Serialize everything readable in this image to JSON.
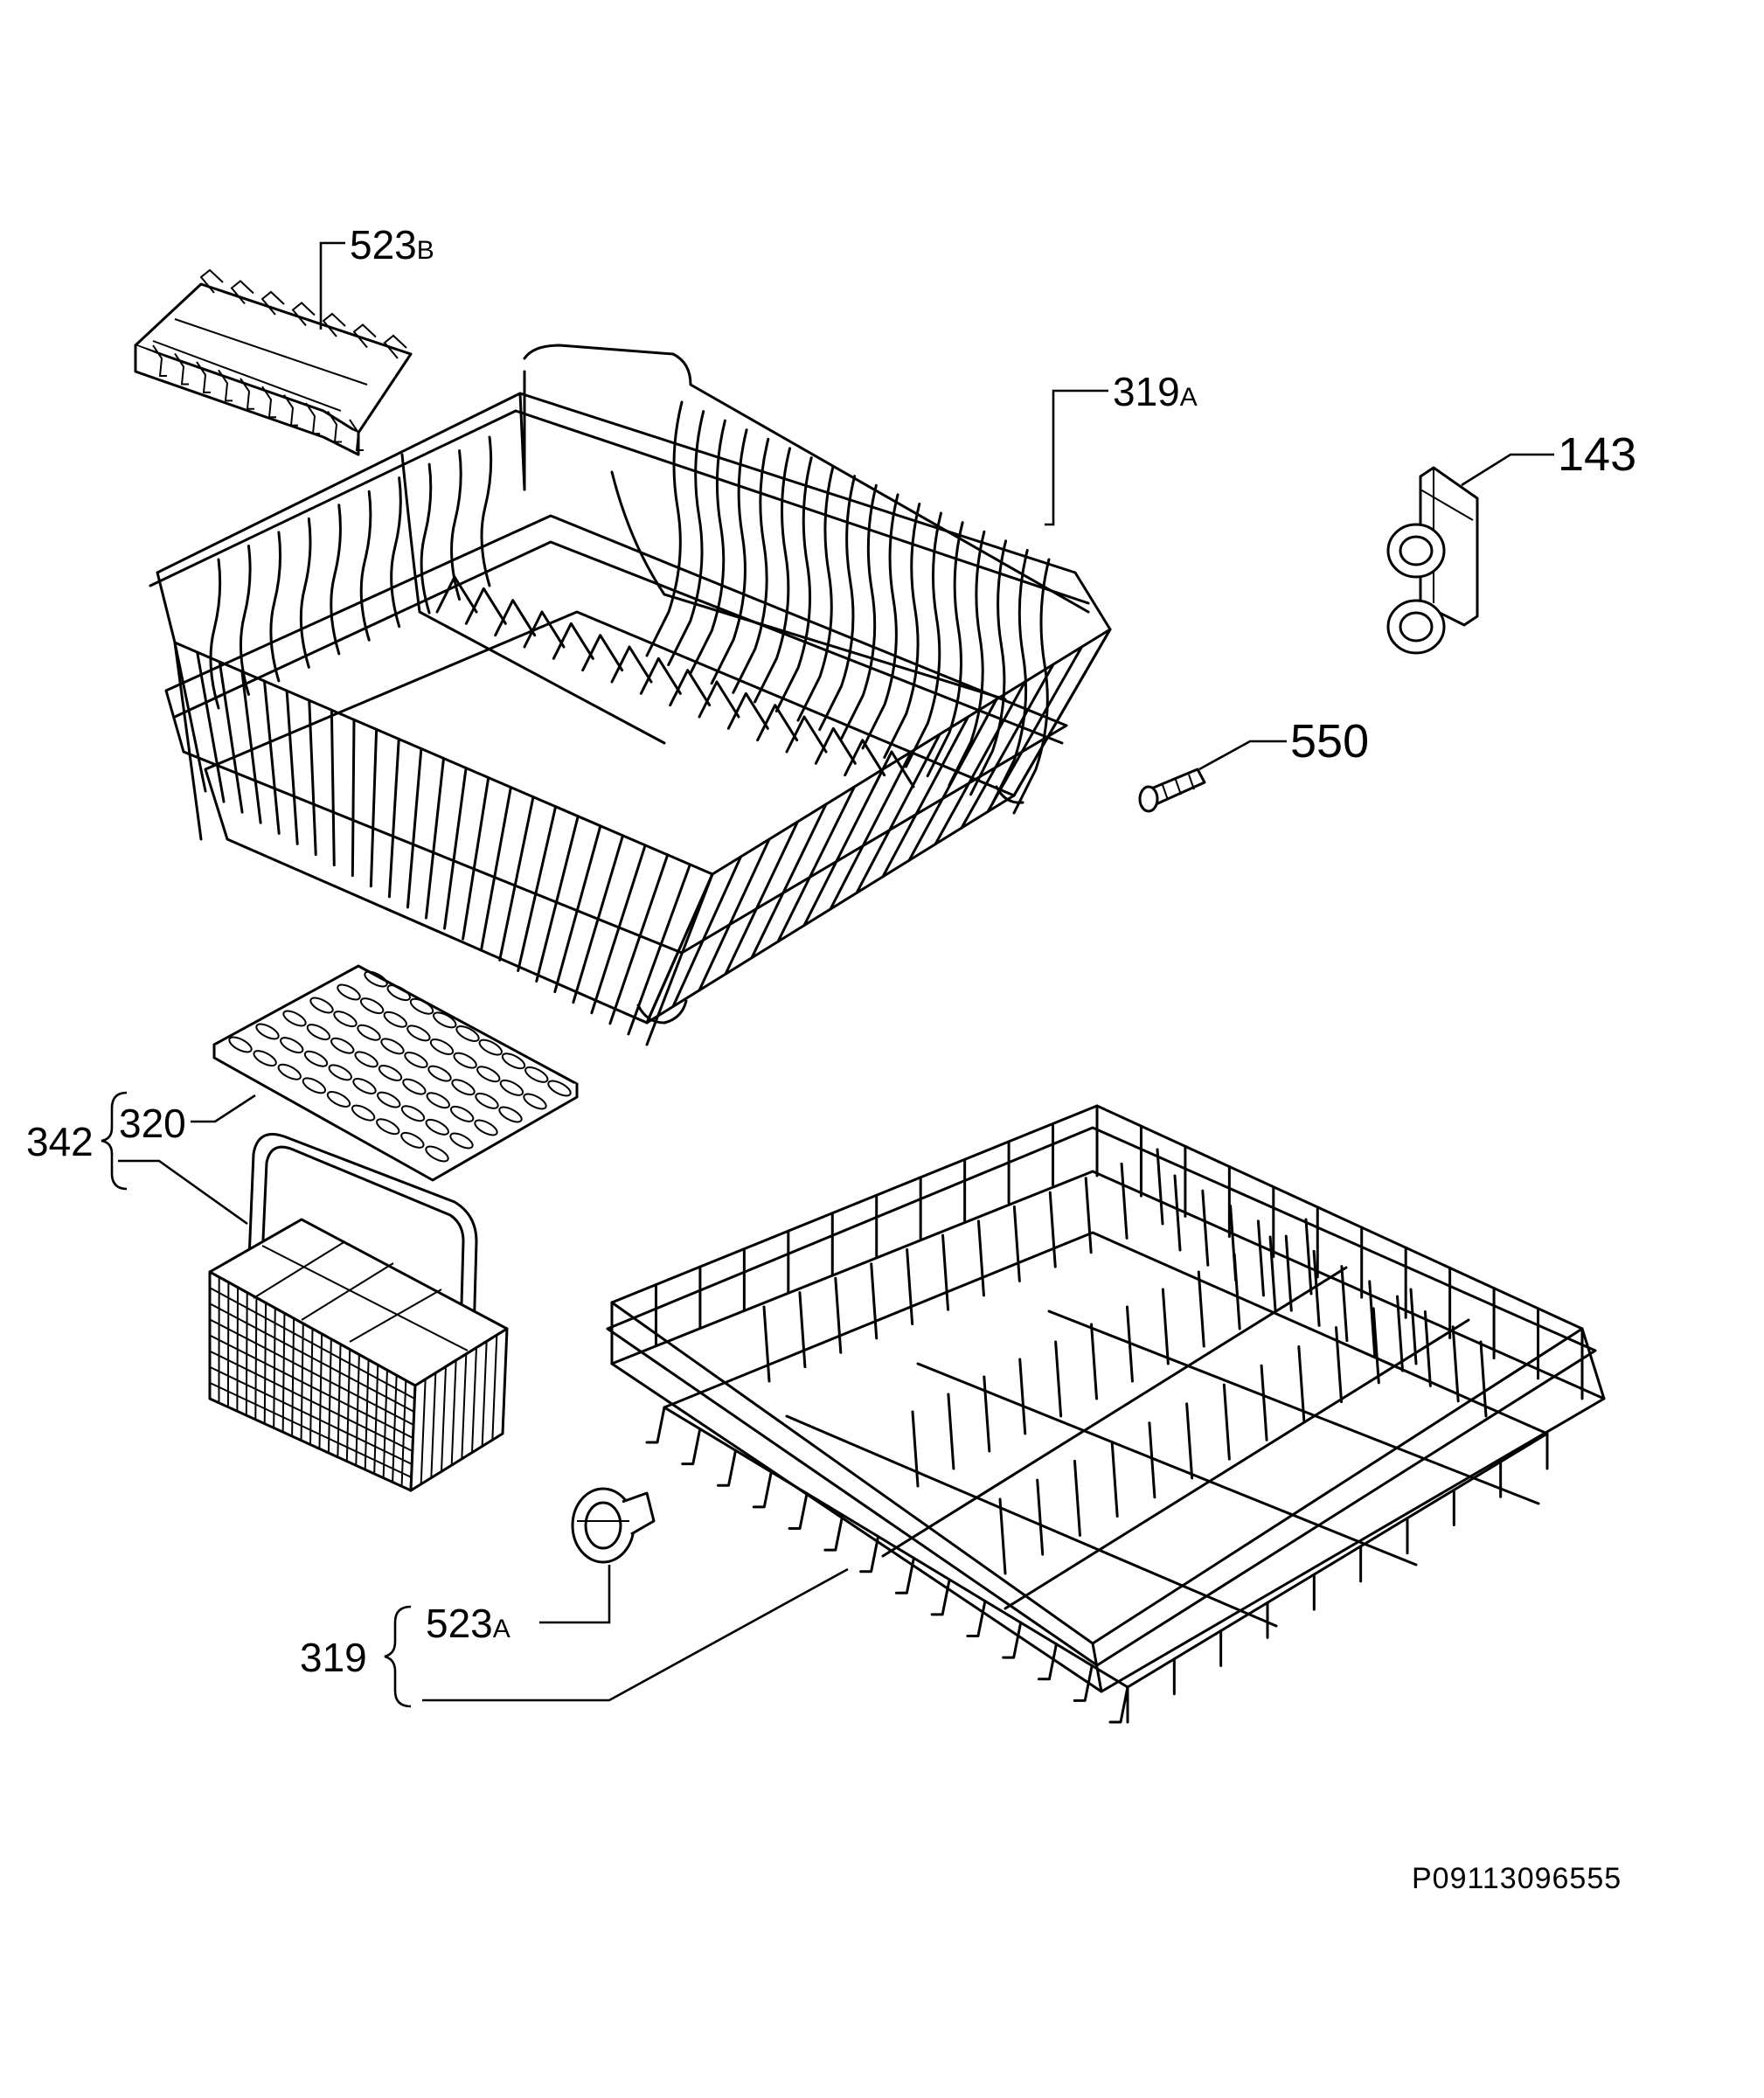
{
  "callouts": {
    "p523b": {
      "num": "523",
      "suffix": "B"
    },
    "p319a": {
      "num": "319",
      "suffix": "A"
    },
    "p143": {
      "num": "143"
    },
    "p550": {
      "num": "550"
    },
    "p342": {
      "num": "342"
    },
    "p320": {
      "num": "320"
    },
    "p319": {
      "num": "319"
    },
    "p523a": {
      "num": "523",
      "suffix": "A"
    }
  },
  "reference_code": "P09113096555"
}
